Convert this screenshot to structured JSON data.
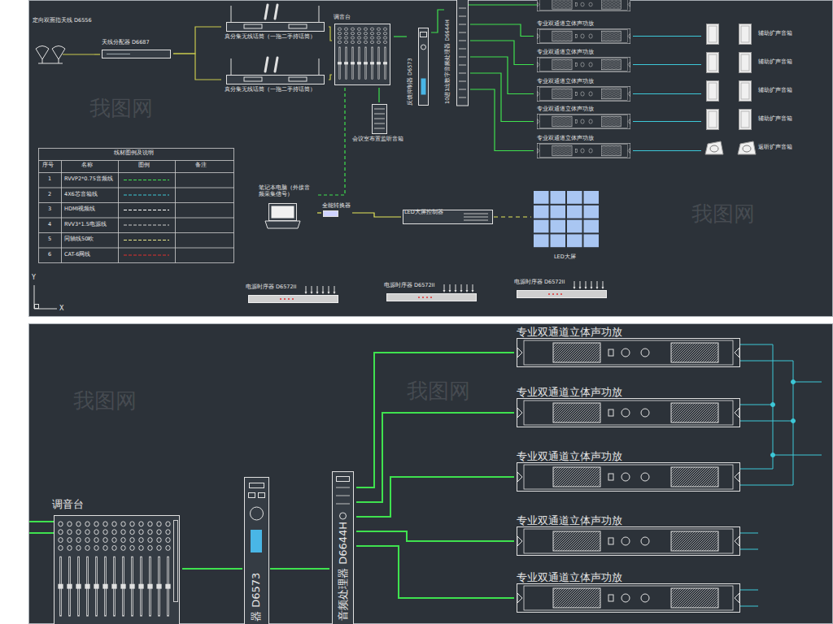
{
  "diagram": {
    "nodes": [
      {
        "text": [
          "定向双面指天线 D6556"
        ]
      },
      {
        "text": [
          "天线分配器 D6687"
        ]
      },
      {
        "text": [
          "真分集无线话筒（一拖二手持话筒）"
        ]
      },
      {
        "text": [
          "真分集无线话筒（一拖二手持话筒）"
        ]
      },
      {
        "text": [
          "调音台"
        ]
      },
      {
        "text": [
          "会议室布置监听音箱"
        ]
      },
      {
        "text": [
          "反馈抑制器 D6573"
        ]
      },
      {
        "text": [
          "10进1出数字音频处理器 D6644H"
        ]
      },
      {
        "text": [
          "专业双通道立体声功放"
        ]
      },
      {
        "text": [
          "专业双通道立体声功放"
        ]
      },
      {
        "text": [
          "专业双通道立体声功放"
        ]
      },
      {
        "text": [
          "专业双通道立体声功放"
        ]
      },
      {
        "text": [
          "专业双通道立体声功放"
        ]
      },
      {
        "text": [
          "辅助扩声音箱"
        ]
      },
      {
        "text": [
          "辅助扩声音箱"
        ]
      },
      {
        "text": [
          "辅助扩声音箱"
        ]
      },
      {
        "text": [
          "辅助扩声音箱"
        ]
      },
      {
        "text": [
          "返听扩声音箱"
        ]
      },
      {
        "text": [
          "笔记本电脑（外接音频采集信号）"
        ]
      },
      {
        "text": [
          "全能转换器"
        ]
      },
      {
        "text": [
          "LED大屏控制器"
        ]
      },
      {
        "text": [
          "LED大屏"
        ]
      },
      {
        "text": [
          "电源时序器 D6572II"
        ]
      },
      {
        "text": [
          "电源时序器 D6572II"
        ]
      },
      {
        "text": [
          "电源时序器 D6572II"
        ]
      },
      {
        "text": [
          "调音台"
        ]
      },
      {
        "text": [
          "器 D6573"
        ]
      },
      {
        "text": [
          "音频处理器 D6644H"
        ]
      },
      {
        "text": [
          "专业双通道立体声功放"
        ]
      },
      {
        "text": [
          "专业双通道立体声功放"
        ]
      },
      {
        "text": [
          "专业双通道立体声功放"
        ]
      },
      {
        "text": [
          "专业双通道立体声功放"
        ]
      },
      {
        "text": [
          "专业双通道立体声功放"
        ]
      }
    ],
    "edges": [
      {
        "from": 0,
        "to": 1,
        "arrow": "none"
      },
      {
        "from": 1,
        "to": 2,
        "arrow": "none"
      },
      {
        "from": 1,
        "to": 3,
        "arrow": "none"
      },
      {
        "from": 2,
        "to": 4,
        "arrow": "none"
      },
      {
        "from": 3,
        "to": 4,
        "arrow": "none"
      },
      {
        "from": 4,
        "to": 5,
        "arrow": "none"
      },
      {
        "from": 4,
        "to": 6,
        "arrow": "none"
      },
      {
        "from": 6,
        "to": 7,
        "arrow": "none"
      },
      {
        "from": 7,
        "to": 8,
        "arrow": "none"
      },
      {
        "from": 7,
        "to": 9,
        "arrow": "none"
      },
      {
        "from": 7,
        "to": 10,
        "arrow": "none"
      },
      {
        "from": 7,
        "to": 11,
        "arrow": "none"
      },
      {
        "from": 7,
        "to": 12,
        "arrow": "none"
      },
      {
        "from": 8,
        "to": 13,
        "arrow": "none"
      },
      {
        "from": 9,
        "to": 14,
        "arrow": "none"
      },
      {
        "from": 10,
        "to": 15,
        "arrow": "none"
      },
      {
        "from": 11,
        "to": 16,
        "arrow": "none"
      },
      {
        "from": 12,
        "to": 17,
        "arrow": "none"
      },
      {
        "from": 4,
        "to": 18,
        "arrow": "none"
      },
      {
        "from": 18,
        "to": 19,
        "arrow": "none"
      },
      {
        "from": 19,
        "to": 20,
        "arrow": "none"
      },
      {
        "from": 20,
        "to": 21,
        "arrow": "none"
      },
      {
        "from": 25,
        "to": 26,
        "arrow": "none"
      },
      {
        "from": 26,
        "to": 27,
        "arrow": "none"
      },
      {
        "from": 27,
        "to": 28,
        "arrow": "none"
      },
      {
        "from": 27,
        "to": 29,
        "arrow": "none"
      },
      {
        "from": 27,
        "to": 30,
        "arrow": "none"
      },
      {
        "from": 27,
        "to": 31,
        "arrow": "none"
      },
      {
        "from": 27,
        "to": 32,
        "arrow": "none"
      }
    ],
    "labels": [
      "线材图例及说明",
      "序号",
      "名称",
      "图例",
      "备注",
      "1",
      "2",
      "3",
      "4",
      "5",
      "6",
      "Y",
      "X",
      "我图网",
      "我图网",
      "我图网",
      "我图网"
    ],
    "legend": [
      {
        "text": "RVVP2*0.75音频线"
      },
      {
        "text": "4X6芯音箱线"
      },
      {
        "text": "HDMI视频线"
      },
      {
        "text": "RVV3*1.5电源线"
      },
      {
        "text": "同轴线50欧"
      },
      {
        "text": "CAT-6网线"
      }
    ]
  }
}
